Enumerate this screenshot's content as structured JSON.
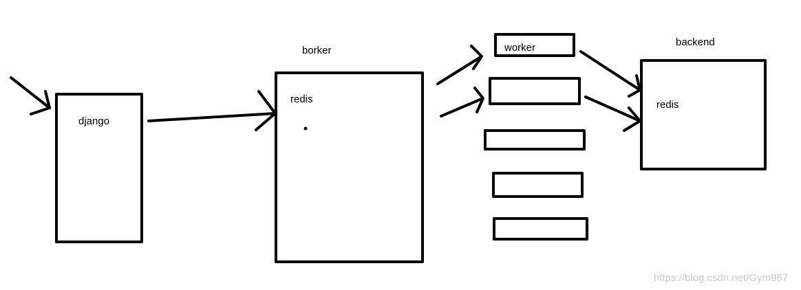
{
  "diagram": {
    "nodes": {
      "django": {
        "label": "django"
      },
      "broker": {
        "title": "borker",
        "label": "redis"
      },
      "worker": {
        "label": "worker"
      },
      "backend": {
        "title": "backend",
        "label": "redis"
      }
    },
    "watermark": "https://blog.csdn.net/Gym987",
    "colors": {
      "stroke": "#000000",
      "background": "#ffffff",
      "watermark": "#c9c9c9"
    }
  }
}
